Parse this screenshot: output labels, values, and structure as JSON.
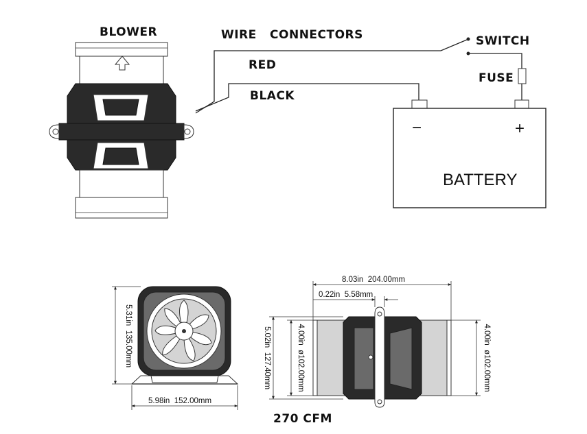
{
  "labels": {
    "blower": "BLOWER",
    "wire_connectors": "WIRE   CONNECTORS",
    "switch": "SWITCH",
    "red": "RED",
    "fuse": "FUSE",
    "black": "BLACK",
    "battery": "BATTERY",
    "minus": "−",
    "plus": "+",
    "cfm": "270 CFM"
  },
  "dimensions": {
    "front_height": "5.31in  135.00mm",
    "front_width": "5.98in  152.00mm",
    "overall_length": "8.03in  204.00mm",
    "flange_thickness": "0.22in  5.58mm",
    "body_height": "5.02in  127.40mm",
    "inlet_diameter": "4.00in  ø102.00mm",
    "outlet_diameter": "4.00in  ø102.00mm"
  },
  "colors": {
    "line": "#222222",
    "body_dark": "#2a2a2a",
    "body_light": "#d4d4d4"
  }
}
